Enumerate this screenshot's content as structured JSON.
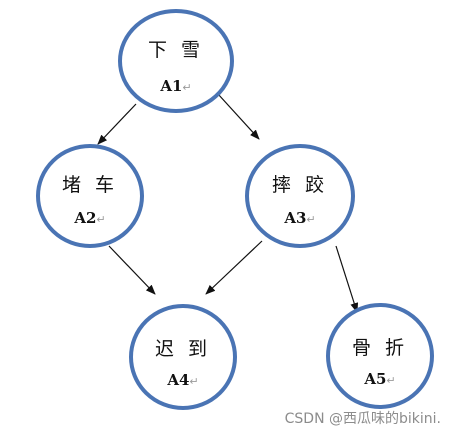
{
  "nodes": [
    {
      "id": "A1",
      "title": "下 雪",
      "code": "A1",
      "mark": "↵"
    },
    {
      "id": "A2",
      "title": "堵 车",
      "code": "A2",
      "mark": "↵"
    },
    {
      "id": "A3",
      "title": "摔 跤",
      "code": "A3",
      "mark": "↵"
    },
    {
      "id": "A4",
      "title": "迟 到",
      "code": "A4",
      "mark": "↵"
    },
    {
      "id": "A5",
      "title": "骨 折",
      "code": "A5",
      "mark": "↵"
    }
  ],
  "edges": [
    {
      "from": "A1",
      "to": "A2"
    },
    {
      "from": "A1",
      "to": "A3"
    },
    {
      "from": "A2",
      "to": "A4"
    },
    {
      "from": "A3",
      "to": "A4"
    },
    {
      "from": "A3",
      "to": "A5"
    }
  ],
  "watermark": "CSDN @西瓜味的bikini.",
  "colors": {
    "node_stroke": "#4a74b4",
    "edge": "#111111",
    "watermark": "#8c8c8c"
  }
}
